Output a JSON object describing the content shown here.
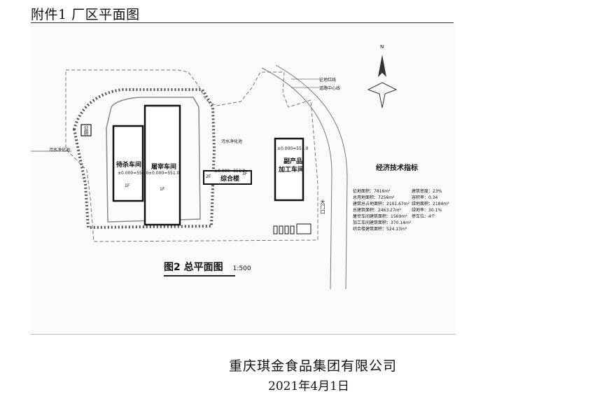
{
  "heading": "附件1  厂区平面图",
  "company": "重庆琪金食品集团有限公司",
  "date": "2021年4月1日",
  "plan": {
    "legend_boundary": "征地红线",
    "legend_road": "道路中心线",
    "north": "N",
    "buildings": {
      "waiting_room": "待杀车间",
      "waiting_room_elev": "±0.000=551.0",
      "waiting_room_floor": "1F",
      "slaughter": "屠宰车间",
      "slaughter_elev": "±0.000=551.0",
      "slaughter_floor": "1F",
      "byproduct_1": "副产品",
      "byproduct_2": "加工车间",
      "byproduct_elev": "±0.000=551.0",
      "office": "综合楼",
      "office_elev": "±0.000=551.0",
      "office_2f": "2F",
      "office_3f": "3F",
      "toilet": "公厕",
      "gate": "大门口"
    },
    "labels": {
      "sewage_left": "污水净化池",
      "sewage_mid": "污水净化池"
    },
    "tech_title": "经济技术指标",
    "tech": [
      [
        "征地面积：7816m²",
        "建筑密度：23%"
      ],
      [
        "总用地面积：7256m²",
        "容积率：0.34"
      ],
      [
        "建筑总占地面积：2101.67m²",
        "绿地面积：2184m²"
      ],
      [
        "总建筑面积：2463.27m²",
        "绿地率：30.1%"
      ],
      [
        "屠宰车间建筑面积：1569m²",
        "停车位：4个"
      ],
      [
        "加工车间建筑面积：370.14m²",
        ""
      ],
      [
        "综合楼建筑面积：524.13m²",
        ""
      ]
    ],
    "caption_title": "图2   总平面图",
    "caption_scale": "1:500"
  }
}
